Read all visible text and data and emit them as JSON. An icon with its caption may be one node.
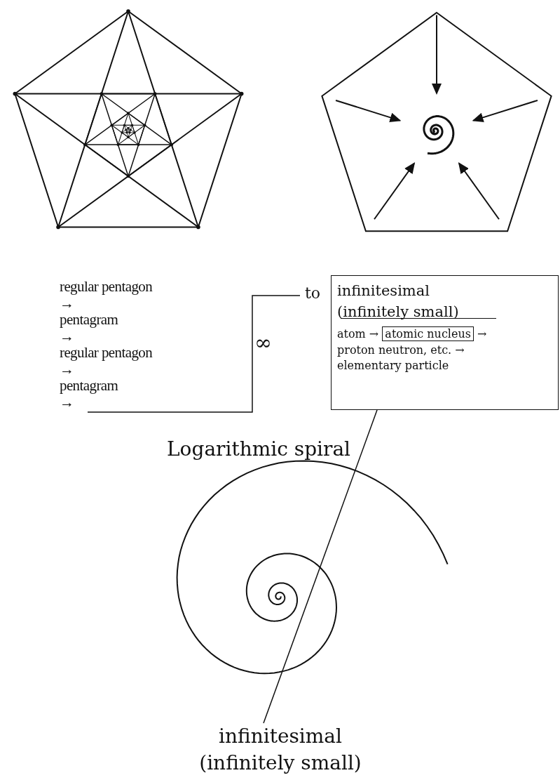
{
  "diagram": {
    "nodes": [
      {
        "text": [
          "regular pentagon",
          "→",
          "pentagram",
          "→",
          "regular pentagon",
          "→",
          "pentagram",
          "→"
        ]
      },
      {
        "text": [
          "infinitesimal (infinitely small)",
          "atom →",
          "→",
          "proton neutron, etc. → elementary particle"
        ]
      },
      {
        "text": [
          "atomic nucleus"
        ],
        "in": 1
      },
      {
        "text": [
          "infinitesimal (infinitely small)"
        ]
      }
    ],
    "edges": [
      {
        "from": 0,
        "to": 1,
        "arrow": "none",
        "label": "to"
      },
      {
        "from": 1,
        "to": 3,
        "arrow": "none"
      }
    ],
    "labels": [
      "∞",
      "Logarithmic spiral"
    ]
  }
}
